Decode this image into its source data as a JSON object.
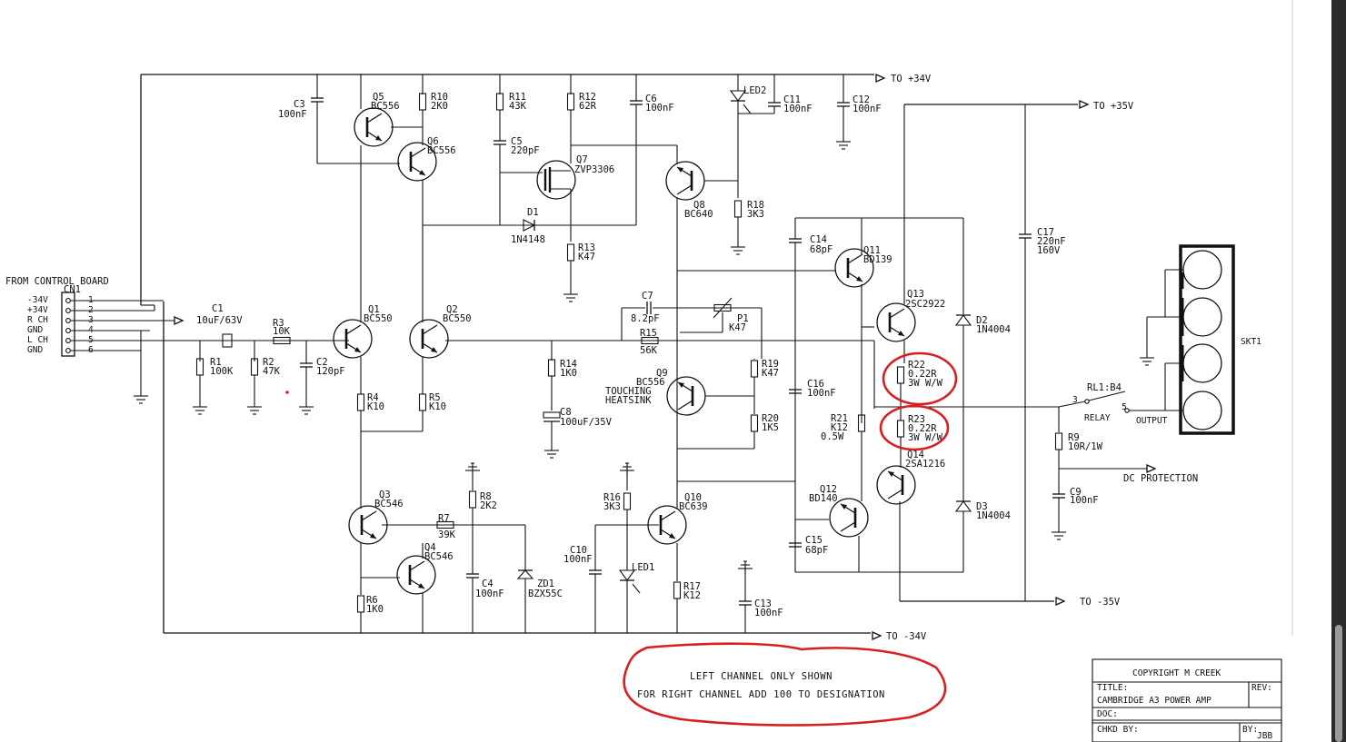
{
  "rails": {
    "pos34": "TO +34V",
    "pos35": "TO +35V",
    "neg35": "TO -35V",
    "neg34": "TO -34V"
  },
  "connector": {
    "header": "FROM CONTROL BOARD",
    "name": "CN1",
    "pins": [
      {
        "num": "1",
        "label": "-34V"
      },
      {
        "num": "2",
        "label": "+34V"
      },
      {
        "num": "3",
        "label": "R CH"
      },
      {
        "num": "4",
        "label": "GND"
      },
      {
        "num": "5",
        "label": "L CH"
      },
      {
        "num": "6",
        "label": "GND"
      }
    ]
  },
  "components": {
    "c1": [
      "C1",
      "10uF/63V"
    ],
    "r1": [
      "R1",
      "100K"
    ],
    "r2": [
      "R2",
      "47K"
    ],
    "r3": [
      "R3",
      "10K"
    ],
    "c2": [
      "C2",
      "120pF"
    ],
    "c3": [
      "C3",
      "100nF"
    ],
    "q5": [
      "Q5",
      "BC556"
    ],
    "q6": [
      "Q6",
      "BC556"
    ],
    "r10": [
      "R10",
      "2K0"
    ],
    "q1": [
      "Q1",
      "BC550"
    ],
    "q2": [
      "Q2",
      "BC550"
    ],
    "r4": [
      "R4",
      "K10"
    ],
    "r5": [
      "R5",
      "K10"
    ],
    "q3": [
      "Q3",
      "BC546"
    ],
    "q4": [
      "Q4",
      "BC546"
    ],
    "r6": [
      "R6",
      "1K0"
    ],
    "r7": [
      "R7",
      "39K"
    ],
    "r8": [
      "R8",
      "2K2"
    ],
    "c4": [
      "C4",
      "100nF"
    ],
    "zd1": [
      "ZD1",
      "BZX55C"
    ],
    "r11": [
      "R11",
      "43K"
    ],
    "c5": [
      "C5",
      "220pF"
    ],
    "r12": [
      "R12",
      "62R"
    ],
    "q7": [
      "Q7",
      "ZVP3306"
    ],
    "d1": [
      "D1",
      "1N4148"
    ],
    "r13": [
      "R13",
      "K47"
    ],
    "c6": [
      "C6",
      "100nF"
    ],
    "q8": [
      "Q8",
      "BC640"
    ],
    "led2": [
      "LED2"
    ],
    "r18": [
      "R18",
      "3K3"
    ],
    "c11": [
      "C11",
      "100nF"
    ],
    "c12": [
      "C12",
      "100nF"
    ],
    "c7": [
      "C7",
      "8.2pF"
    ],
    "p1": [
      "P1",
      "K47"
    ],
    "r15": [
      "R15",
      "56K"
    ],
    "r14": [
      "R14",
      "1K0"
    ],
    "c8": [
      "C8",
      "100uF/35V"
    ],
    "q9": [
      "Q9",
      "BC556",
      "TOUCHING",
      "HEATSINK"
    ],
    "r19": [
      "R19",
      "K47"
    ],
    "r20": [
      "R20",
      "1K5"
    ],
    "r16": [
      "R16",
      "3K3"
    ],
    "led1": [
      "LED1"
    ],
    "c10": [
      "C10",
      "100nF"
    ],
    "q10": [
      "Q10",
      "BC639"
    ],
    "r17": [
      "R17",
      "K12"
    ],
    "c13": [
      "C13",
      "100nF"
    ],
    "c14": [
      "C14",
      "68pF"
    ],
    "q11": [
      "Q11",
      "BD139"
    ],
    "c16": [
      "C16",
      "100nF"
    ],
    "r21": [
      "R21",
      "K12",
      "0.5W"
    ],
    "q12": [
      "Q12",
      "BD140"
    ],
    "c15": [
      "C15",
      "68pF"
    ],
    "q13": [
      "Q13",
      "2SC2922"
    ],
    "r22": [
      "R22",
      "0.22R",
      "3W W/W"
    ],
    "r23": [
      "R23",
      "0.22R",
      "3W W/W"
    ],
    "q14": [
      "Q14",
      "2SA1216"
    ],
    "d2": [
      "D2",
      "1N4004"
    ],
    "d3": [
      "D3",
      "1N4004"
    ],
    "c17": [
      "C17",
      "220nF",
      "160V"
    ],
    "rl1": [
      "RL1:B4",
      "RELAY"
    ],
    "rl1_pins": [
      "3",
      "5"
    ],
    "output": "OUTPUT",
    "r9": [
      "R9",
      "10R/1W"
    ],
    "c9": [
      "C9",
      "100nF"
    ],
    "dc_protection": "DC PROTECTION",
    "skt1": "SKT1"
  },
  "note": {
    "line1": "LEFT CHANNEL ONLY SHOWN",
    "line2": "FOR RIGHT CHANNEL ADD 100 TO DESIGNATION"
  },
  "title_block": {
    "copyright": "COPYRIGHT M CREEK",
    "title_label": "TITLE:",
    "rev_label": "REV:",
    "title": "CAMBRIDGE A3 POWER AMP",
    "doc_label": "DOC:",
    "chkd_label": "CHKD BY:",
    "by_label": "BY:",
    "by_value": "JBB"
  },
  "colors": {
    "ink": "#111111",
    "annotation_red": "#d81e1e",
    "paper": "#ffffff",
    "scrollbar": "#2b2b2b"
  }
}
